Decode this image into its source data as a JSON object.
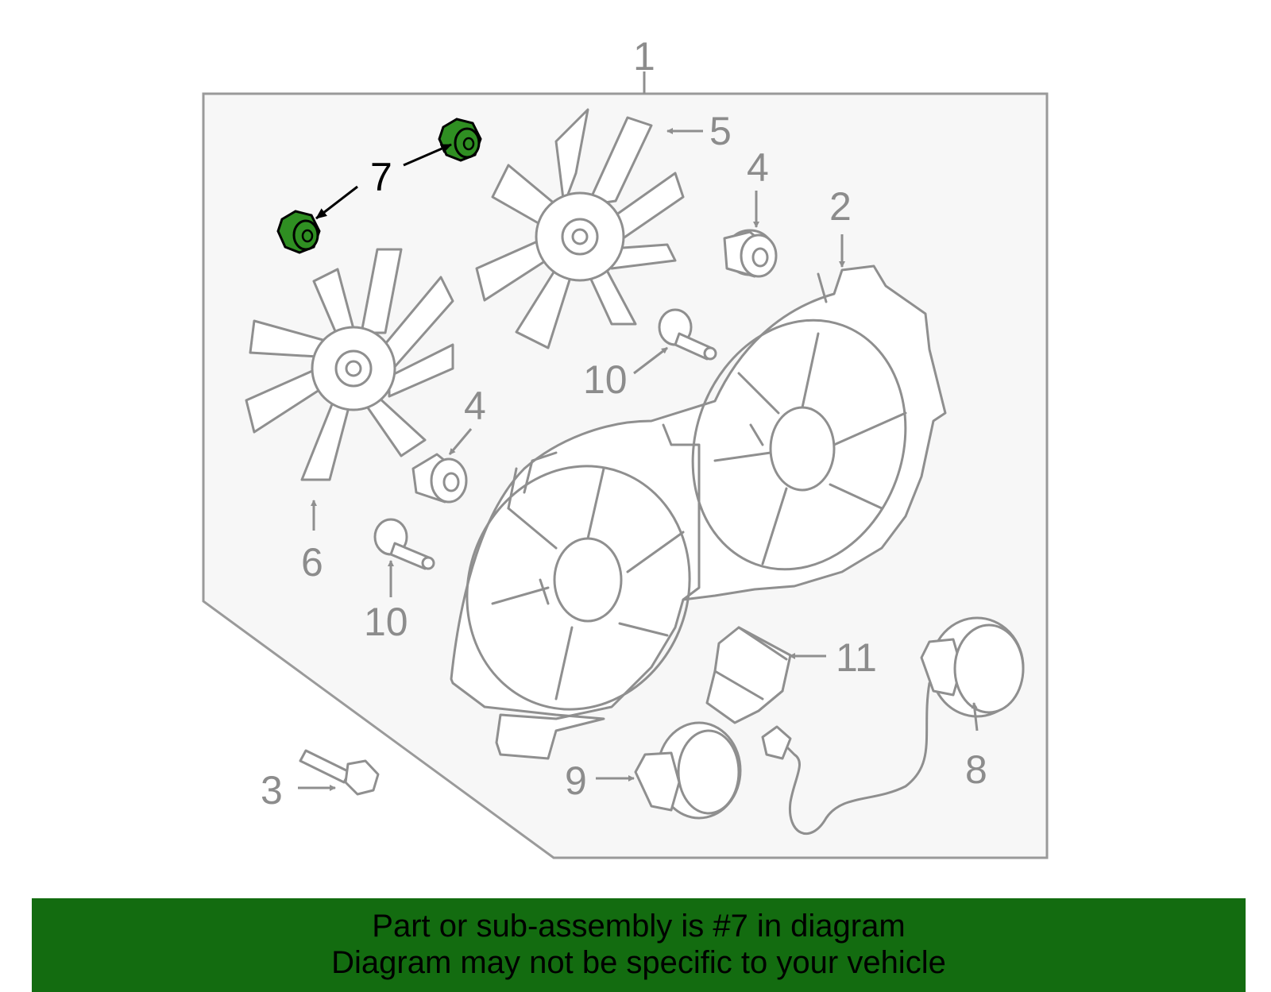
{
  "callouts": {
    "c1": "1",
    "c2": "2",
    "c3": "3",
    "c4a": "4",
    "c4b": "4",
    "c5": "5",
    "c6": "6",
    "c7": "7",
    "c8": "8",
    "c9": "9",
    "c10a": "10",
    "c10b": "10",
    "c11": "11"
  },
  "banner": {
    "line1": "Part or sub-assembly is #7 in diagram",
    "line2": "Diagram may not be specific to your vehicle"
  },
  "colors": {
    "highlight_part": "#2f8f22",
    "banner_bg": "#136c10",
    "line_gray": "#8f8f8f"
  }
}
